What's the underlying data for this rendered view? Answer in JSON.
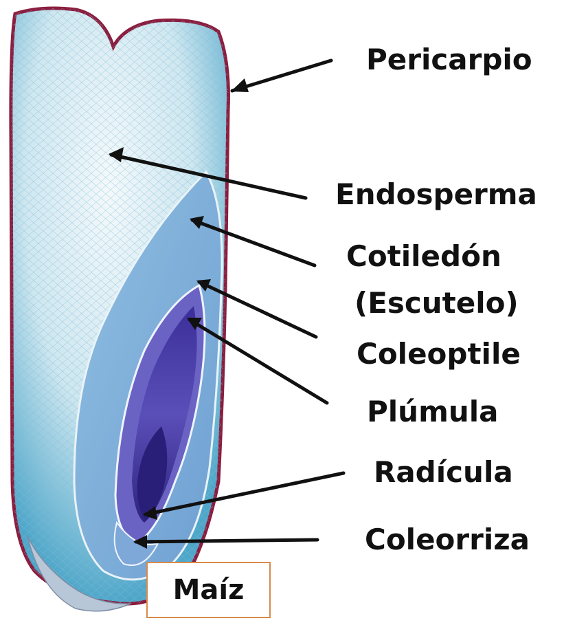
{
  "labels": {
    "pericarpio": "Pericarpio",
    "endosperma": "Endosperma",
    "cotiledon": "Cotiledón",
    "escutelo": "(Escutelo)",
    "coleoptile": "Coleoptile",
    "plumula": "Plúmula",
    "radicula": "Radícula",
    "coleorriza": "Coleorriza"
  },
  "title": "Maíz",
  "colors": {
    "pericarp": "#8b1e3f",
    "endosperm": "#4aa3c8",
    "embryo": "#3d3aa0",
    "arrow": "#111111",
    "title_border": "#d98a4a"
  }
}
